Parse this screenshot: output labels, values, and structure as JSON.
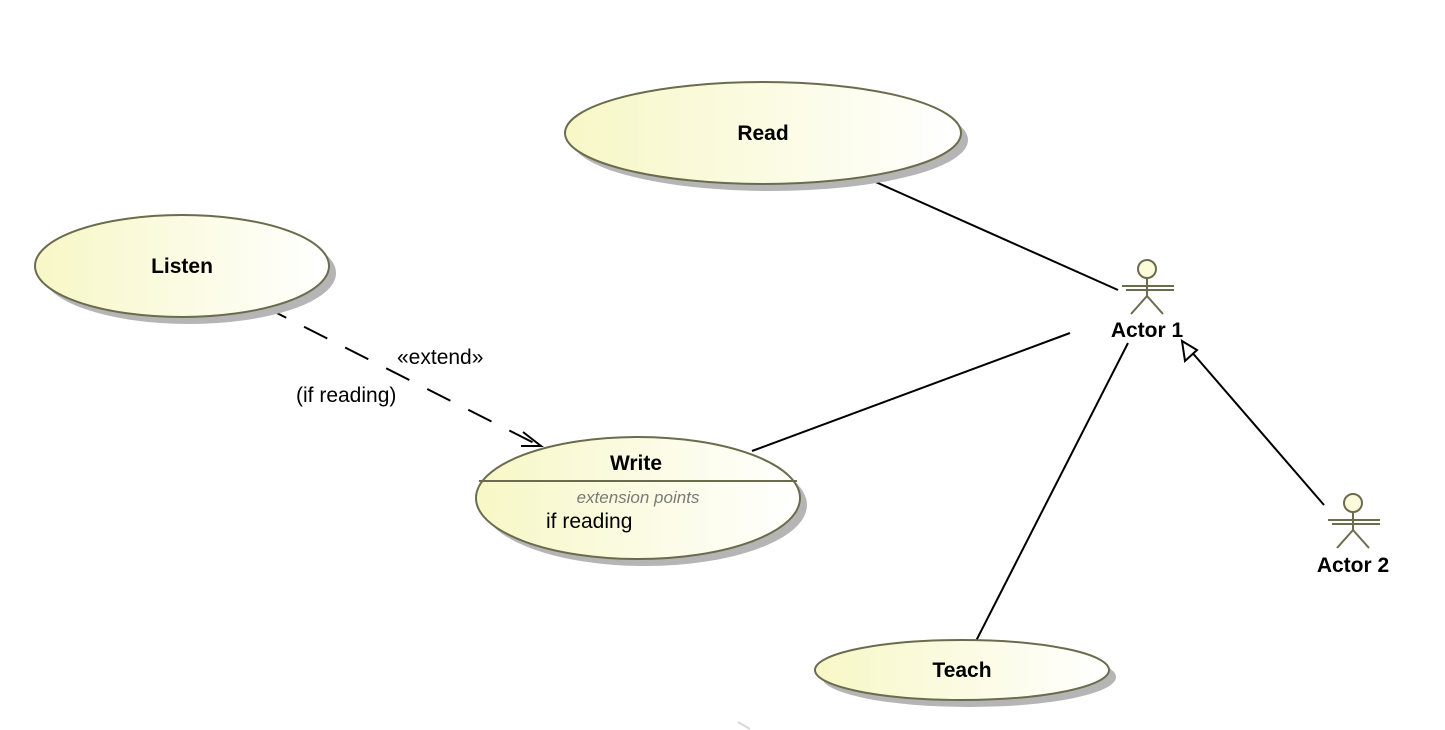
{
  "diagram": {
    "use_cases": {
      "read": {
        "name": "Read"
      },
      "listen": {
        "name": "Listen"
      },
      "write": {
        "name": "Write",
        "extension_points_title": "extension points",
        "extension_point": "if reading"
      },
      "teach": {
        "name": "Teach"
      }
    },
    "actors": {
      "actor1": {
        "name": "Actor 1"
      },
      "actor2": {
        "name": "Actor 2"
      }
    },
    "relationships": {
      "extend": {
        "stereotype": "«extend»",
        "condition": "(if reading)"
      }
    },
    "colors": {
      "use_case_fill": "#fbfbd6",
      "use_case_border": "#6b6b4e",
      "shadow": "#b5b5b5",
      "line": "#000000"
    }
  }
}
